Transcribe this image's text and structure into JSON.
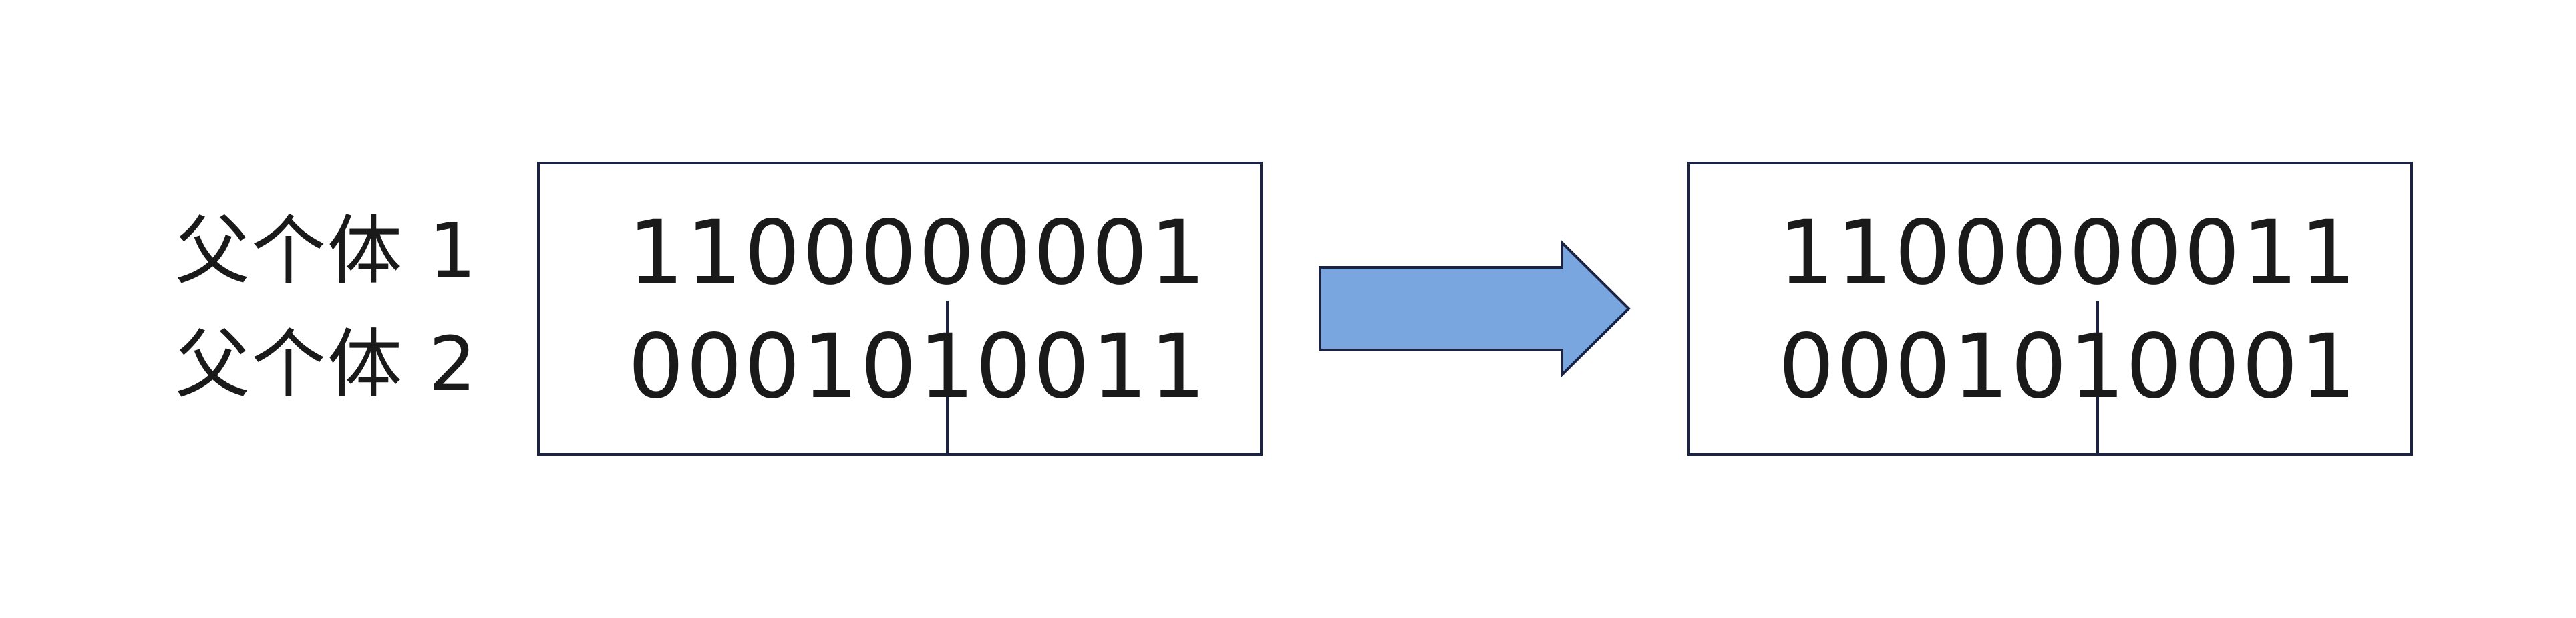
{
  "labels": {
    "parent1": "父个体 1",
    "parent2": "父个体 2"
  },
  "before": {
    "row1": {
      "left": "110000",
      "right": "0001"
    },
    "row2": {
      "left": "000101",
      "right": "0011"
    }
  },
  "after": {
    "row1": {
      "left": "110000",
      "right": "0011"
    },
    "row2": {
      "left": "000101",
      "right": "0001"
    }
  },
  "colors": {
    "border": "#1c2340",
    "arrow_fill": "#7aa6e0",
    "text": "#1a1a1a"
  },
  "icons": {
    "arrow": "right-arrow-icon"
  }
}
